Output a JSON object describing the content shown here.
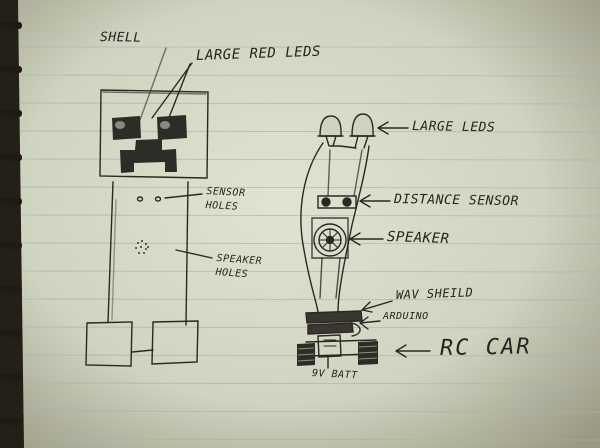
{
  "labels": {
    "shell": "SHELL",
    "large_red_leds": "LARGE RED LEDS",
    "sensor_holes": "SENSOR HOLES",
    "speaker_holes": "SPEAKER HOLES",
    "large_leds": "LARGE LEDS",
    "distance_sensor": "DISTANCE SENSOR",
    "speaker": "SPEAKER",
    "wav_shield": "WAV SHEILD",
    "arduino": "ARDUINO",
    "rc_car": "RC CAR",
    "battery": "9V BATT"
  },
  "colors": {
    "paper": "#d8dcca",
    "ink": "#26241f",
    "rule_line": "#9fb3ba",
    "binding": "#241f17"
  }
}
